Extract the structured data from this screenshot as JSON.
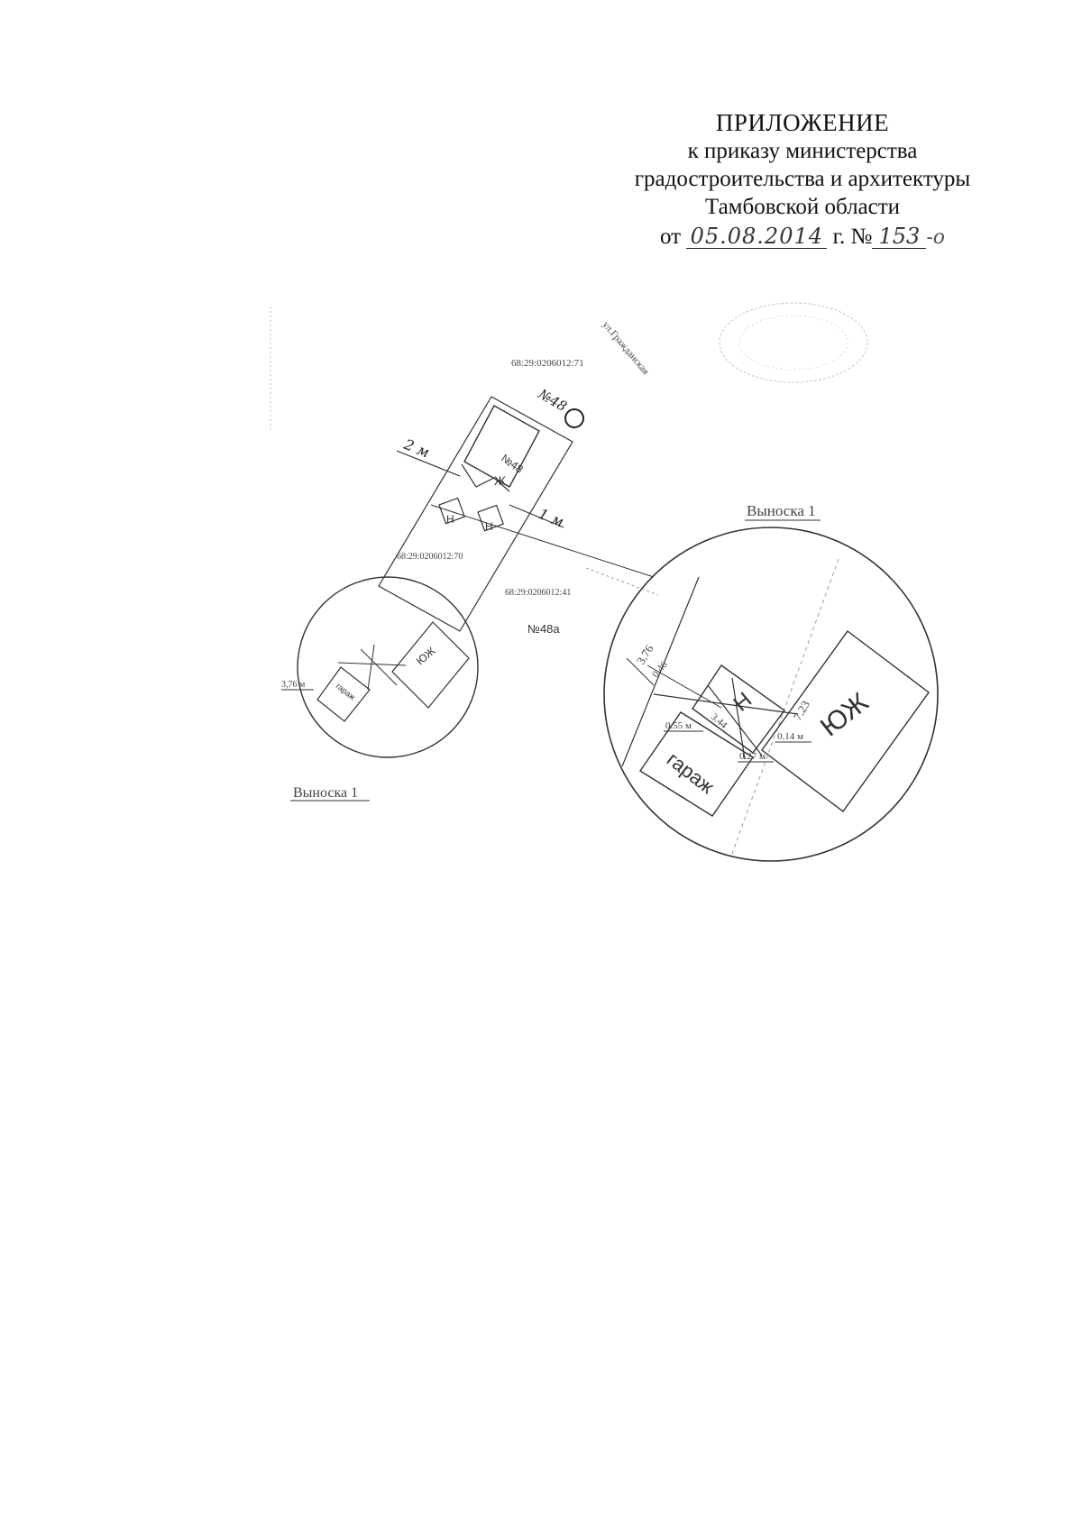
{
  "header": {
    "title": "ПРИЛОЖЕНИЕ",
    "line1": "к приказу министерства",
    "line2": "градостроительства и архитектуры",
    "line3": "Тамбовской области",
    "from_label": "от",
    "date_handwritten": "05.08.2014",
    "year_suffix": "г.",
    "number_label": "№",
    "number_handwritten": "153",
    "number_suffix": "-о"
  },
  "plan": {
    "street": "ул.Гражданская",
    "parcel_top": "68:29:0206012:71",
    "parcel_mid": "68:29:0206012:70",
    "parcel_main": "68:29:0206012:41",
    "house_label": "№48",
    "house_letter": "Ж",
    "handwritten_house": "№48",
    "h_label": "Н",
    "lot_label": "№48а",
    "jk_label": "ЮЖ",
    "garage_label": "гараж",
    "dim_2m": "2 м",
    "dim_1m": "1 м",
    "callout_small_dim": "3,76 м",
    "callout_title": "Выноска 1"
  },
  "callout": {
    "title": "Выноска 1",
    "dim_376": "3.76",
    "dim_046": "0.46",
    "dim_055": "0.55 м",
    "dim_344": "3.44",
    "dim_723": "7.23",
    "dim_014": "0.14 м",
    "dim_027": "0.27 м",
    "h_label": "Н",
    "jk_label": "ЮЖ",
    "garage_label": "гараж"
  }
}
